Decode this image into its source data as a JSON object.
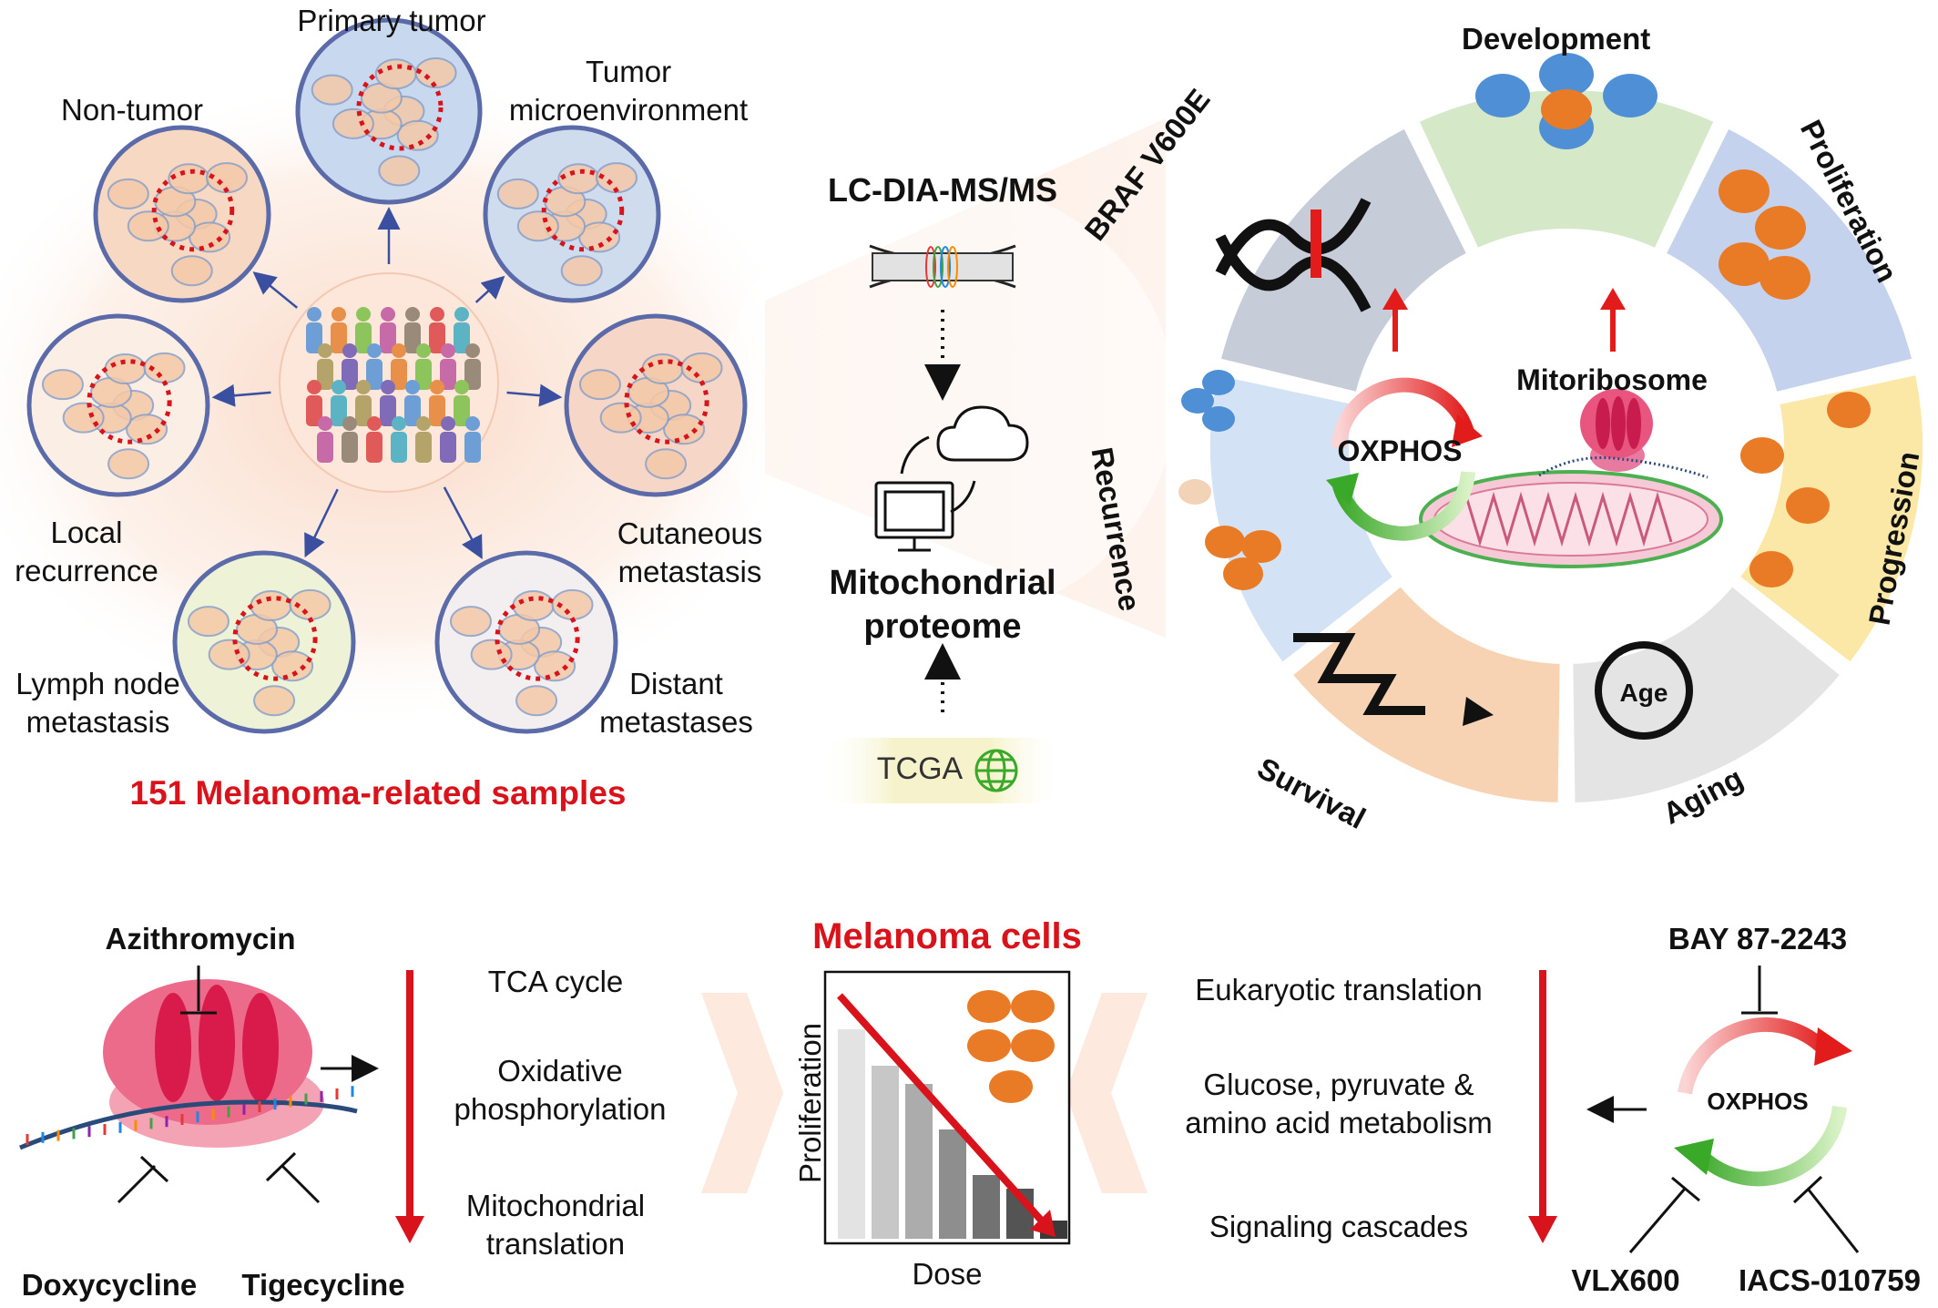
{
  "samples": {
    "title": "151 Melanoma-related samples",
    "items": [
      {
        "key": "primary",
        "label": [
          "Primary tumor"
        ]
      },
      {
        "key": "tme",
        "label": [
          "Tumor",
          "microenvironment"
        ]
      },
      {
        "key": "nontumor",
        "label": [
          "Non-tumor"
        ]
      },
      {
        "key": "local",
        "label": [
          "Local",
          "recurrence"
        ]
      },
      {
        "key": "cutaneous",
        "label": [
          "Cutaneous",
          "metastasis"
        ]
      },
      {
        "key": "lymph",
        "label": [
          "Lymph node",
          "metastasis"
        ]
      },
      {
        "key": "distant",
        "label": [
          "Distant",
          "metastases"
        ]
      }
    ]
  },
  "pipeline": {
    "method": "LC-DIA-MS/MS",
    "result": [
      "Mitochondrial",
      "proteome"
    ],
    "source": "TCGA"
  },
  "wheel": {
    "segments": [
      {
        "label": "Development",
        "color": "#d5e8c7"
      },
      {
        "label": "Proliferation",
        "color": "#c4d2ee"
      },
      {
        "label": "Progression",
        "color": "#fbe8a6"
      },
      {
        "label": "Aging",
        "color": "#e4e4e4"
      },
      {
        "label": "Survival",
        "color": "#f7d3b4"
      },
      {
        "label": "Recurrence",
        "color": "#d3e2f4"
      },
      {
        "label": "BRAF V600E",
        "color": "#c7ccd9"
      }
    ],
    "center": {
      "oxphos": "OXPHOS",
      "mitoribosome": "Mitoribosome"
    },
    "aging_icon": "Age"
  },
  "bottom": {
    "title": "Melanoma cells",
    "left_drugs": {
      "top": "Azithromycin",
      "bottom_left": "Doxycycline",
      "bottom_right": "Tigecycline"
    },
    "left_pathways": [
      [
        "TCA cycle"
      ],
      [
        "Oxidative",
        "phosphorylation"
      ],
      [
        "Mitochondrial",
        "translation"
      ]
    ],
    "right_pathways": [
      [
        "Eukaryotic translation"
      ],
      [
        "Glucose, pyruvate &",
        "amino acid metabolism"
      ],
      [
        "Signaling cascades"
      ]
    ],
    "right_drugs": {
      "top": "BAY 87-2243",
      "bottom_left": "VLX600",
      "bottom_right": "IACS-010759"
    },
    "oxphos_label": "OXPHOS"
  },
  "chart_data": {
    "type": "bar",
    "xlabel": "Dose",
    "ylabel": "Proliferation",
    "title": "",
    "values": [
      0.92,
      0.76,
      0.68,
      0.48,
      0.28,
      0.22,
      0.08
    ],
    "colors": [
      "#e3e3e3",
      "#c7c7c7",
      "#acacac",
      "#8e8e8e",
      "#727272",
      "#545454",
      "#3a3a3a"
    ],
    "ylim": [
      0,
      1
    ]
  }
}
